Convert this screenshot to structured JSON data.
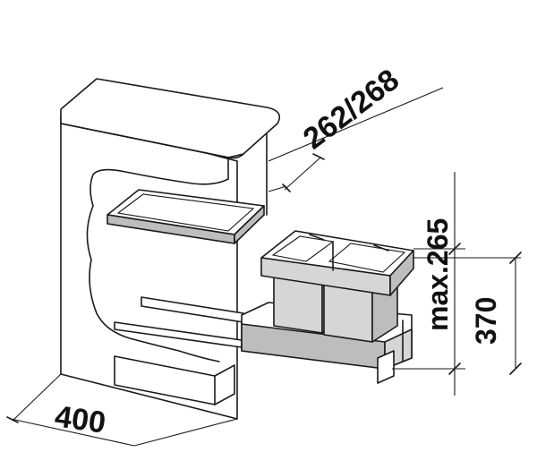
{
  "diagram": {
    "dim_depth": "262/268",
    "dim_max_height": "max.265",
    "dim_height": "370",
    "dim_width": "400"
  }
}
